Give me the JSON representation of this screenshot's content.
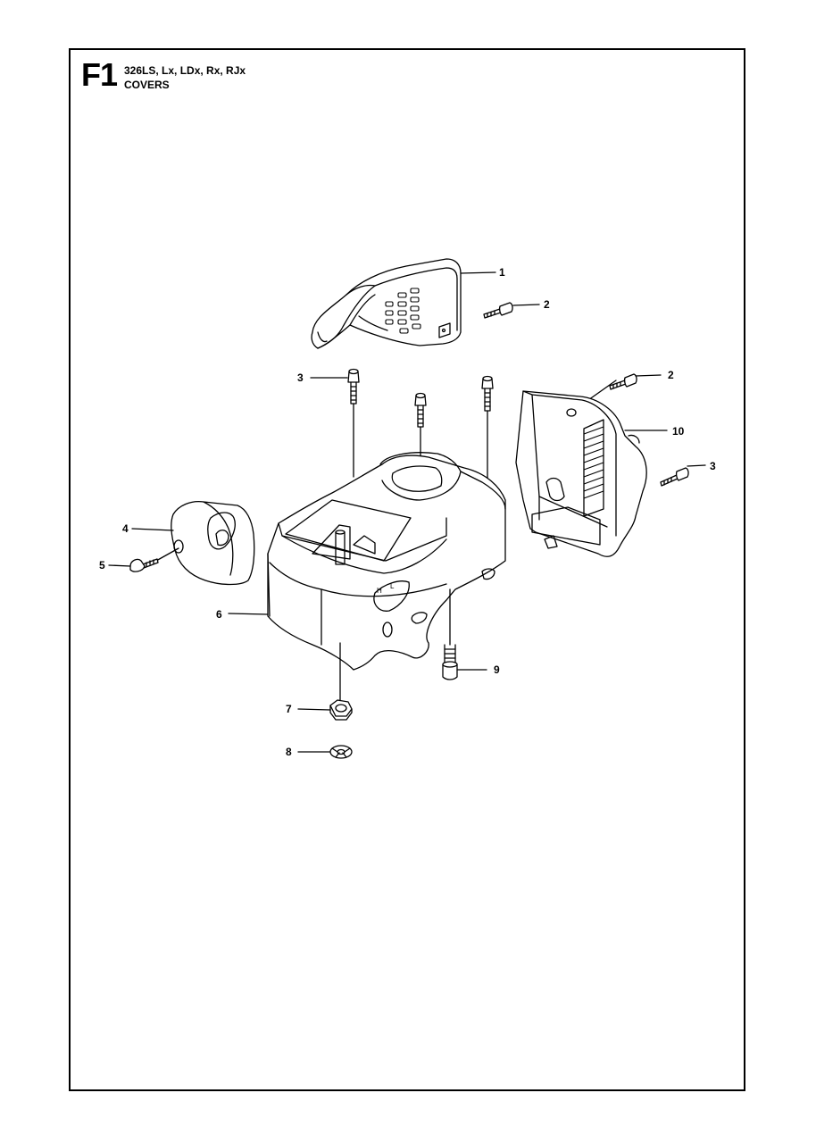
{
  "header": {
    "code": "F1",
    "models": "326LS, Lx, LDx, Rx, RJx",
    "section": "COVERS"
  },
  "parts": {
    "p1": "1",
    "p2a": "2",
    "p2b": "2",
    "p3a": "3",
    "p3b": "3",
    "p4": "4",
    "p5": "5",
    "p6": "6",
    "p7": "7",
    "p8": "8",
    "p9": "9",
    "p10": "10"
  },
  "cover_markings": {
    "h": "H",
    "l": "L"
  }
}
